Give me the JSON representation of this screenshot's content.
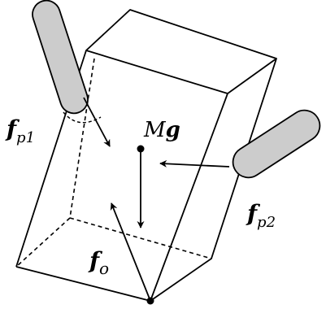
{
  "labels": {
    "fp1": {
      "main": "f",
      "sub": "p1"
    },
    "mg": {
      "coef": "M",
      "vec": "g"
    },
    "fp2": {
      "main": "f",
      "sub": "p2"
    },
    "fo": {
      "main": "f",
      "sub": "o"
    }
  },
  "colors": {
    "ink": "#000000",
    "finger_fill": "#cccccc"
  }
}
